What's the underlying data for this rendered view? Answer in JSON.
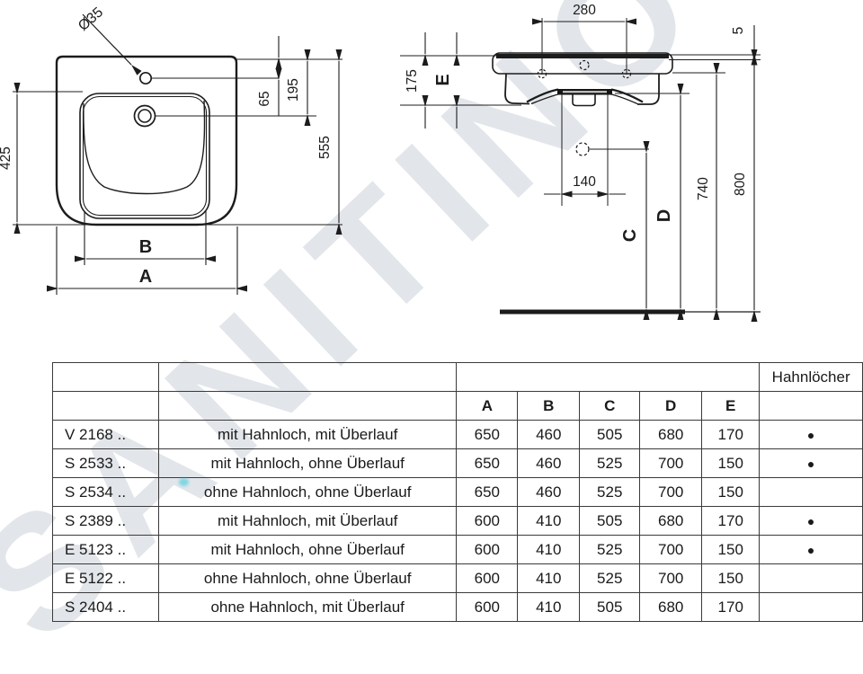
{
  "watermark": {
    "text": "SANITINO"
  },
  "front_view": {
    "title": "washbasin-front-view",
    "labels": {
      "faucet_hole_diameter": "Ø35",
      "bowl_height": "425",
      "rim_to_faucet": "65",
      "top_to_overflow": "195",
      "total_height": "555",
      "inner_width": "B",
      "outer_width": "A"
    }
  },
  "side_view": {
    "title": "washbasin-side-view",
    "labels": {
      "fixing_hole_spacing": "280",
      "wall_gap": "5",
      "front_height": "175",
      "apron_height": "E",
      "drain_offset": "140",
      "drain_height": "C",
      "apron_bottom_height": "D",
      "fixing_height": "740",
      "rim_height": "800"
    }
  },
  "table": {
    "header": {
      "hahnloecher": "Hahnlöcher",
      "dims": {
        "A": "A",
        "B": "B",
        "C": "C",
        "D": "D",
        "E": "E"
      }
    },
    "rows": [
      {
        "model": "V 2168 ..",
        "desc": "mit Hahnloch, mit Überlauf",
        "A": "650",
        "B": "460",
        "C": "505",
        "D": "680",
        "E": "170",
        "holes": "●"
      },
      {
        "model": "S 2533 ..",
        "desc": "mit Hahnloch, ohne Überlauf",
        "A": "650",
        "B": "460",
        "C": "525",
        "D": "700",
        "E": "150",
        "holes": "●"
      },
      {
        "model": "S 2534 ..",
        "desc": "ohne Hahnloch, ohne Überlauf",
        "A": "650",
        "B": "460",
        "C": "525",
        "D": "700",
        "E": "150",
        "holes": ""
      },
      {
        "model": "S 2389 ..",
        "desc": "mit Hahnloch, mit Überlauf",
        "A": "600",
        "B": "410",
        "C": "505",
        "D": "680",
        "E": "170",
        "holes": "●"
      },
      {
        "model": "E 5123 ..",
        "desc": "mit Hahnloch, ohne Überlauf",
        "A": "600",
        "B": "410",
        "C": "525",
        "D": "700",
        "E": "150",
        "holes": "●"
      },
      {
        "model": "E 5122 ..",
        "desc": "ohne Hahnloch, ohne Überlauf",
        "A": "600",
        "B": "410",
        "C": "525",
        "D": "700",
        "E": "150",
        "holes": ""
      },
      {
        "model": "S 2404 ..",
        "desc": "ohne Hahnloch, mit Überlauf",
        "A": "600",
        "B": "410",
        "C": "505",
        "D": "680",
        "E": "170",
        "holes": ""
      }
    ]
  }
}
